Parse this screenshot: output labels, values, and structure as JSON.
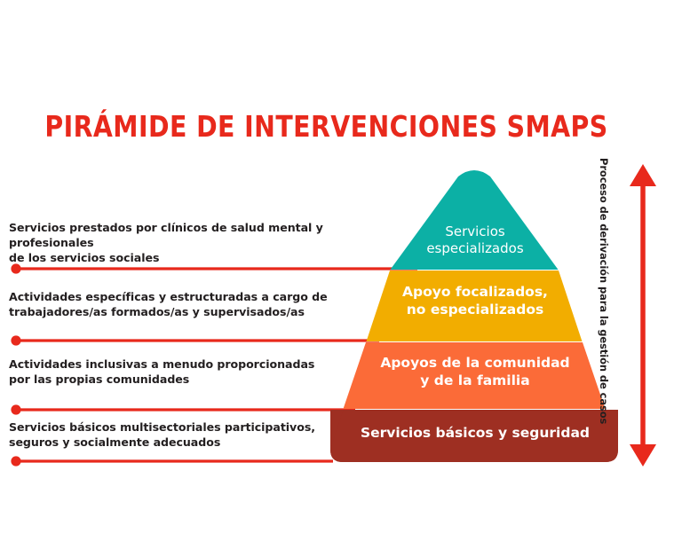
{
  "title": "PIRÁMIDE DE INTERVENCIONES SMAPS",
  "colors": {
    "accent_red": "#E8291C",
    "tier_1": "#0CB0A5",
    "tier_2": "#F2AD00",
    "tier_3": "#FB6B38",
    "tier_4": "#9E2F22",
    "text_dark": "#231f20",
    "tier_text": "#FFFFFF",
    "background": "#FFFFFF"
  },
  "chart_data": {
    "type": "pyramid",
    "title": "PIRÁMIDE DE INTERVENCIONES SMAPS",
    "levels": 4,
    "order": "top-to-bottom",
    "tiers": [
      {
        "index": 1,
        "position": "top",
        "label": "Servicios\nespecializados",
        "color": "#0CB0A5",
        "description": "Servicios prestados por clínicos de salud mental y profesionales\nde los servicios sociales"
      },
      {
        "index": 2,
        "position": "upper-middle",
        "label": "Apoyo focalizados,\nno especializados",
        "color": "#F2AD00",
        "description": "Actividades específicas y estructuradas a cargo de\ntrabajadores/as formados/as y supervisados/as"
      },
      {
        "index": 3,
        "position": "lower-middle",
        "label": "Apoyos de la comunidad\ny de la familia",
        "color": "#FB6B38",
        "description": "Actividades inclusivas a menudo proporcionadas\npor las propias comunidades"
      },
      {
        "index": 4,
        "position": "bottom",
        "label": "Servicios básicos y seguridad",
        "color": "#9E2F22",
        "description": "Servicios básicos multisectoriales participativos,\nseguros y socialmente adecuados"
      }
    ],
    "axis_annotation": {
      "text": "Proceso de derivación para la gestión de casos",
      "orientation": "vertical-right",
      "arrow": "double-headed",
      "color": "#E8291C"
    }
  }
}
